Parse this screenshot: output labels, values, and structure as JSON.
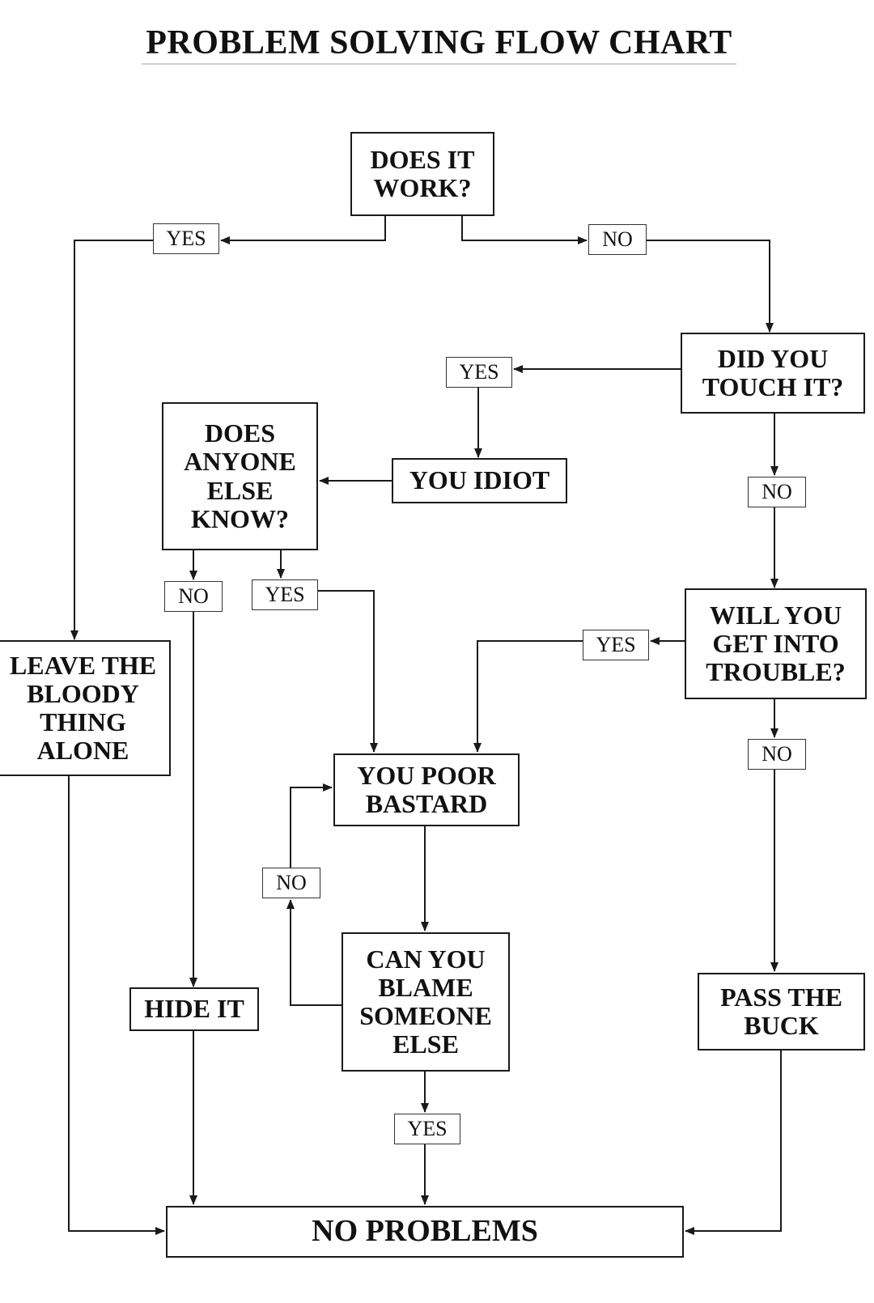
{
  "title": "PROBLEM SOLVING FLOW CHART",
  "nodes": {
    "does_it_work": "DOES IT\nWORK?",
    "did_you_touch": "DID YOU\nTOUCH IT?",
    "you_idiot": "YOU IDIOT",
    "anyone_know": "DOES\nANYONE\nELSE\nKNOW?",
    "leave_alone": "LEAVE THE\nBLOODY\nTHING\nALONE",
    "trouble": "WILL YOU\nGET INTO\nTROUBLE?",
    "poor_bastard": "YOU POOR\nBASTARD",
    "blame": "CAN YOU\nBLAME\nSOMEONE\nELSE",
    "hide_it": "HIDE IT",
    "pass_buck": "PASS THE\nBUCK",
    "no_problems": "NO PROBLEMS"
  },
  "labels": {
    "yes_work": "YES",
    "no_work": "NO",
    "yes_touch": "YES",
    "no_touch": "NO",
    "no_anyone": "NO",
    "yes_anyone": "YES",
    "yes_trouble": "YES",
    "no_trouble": "NO",
    "no_blame": "NO",
    "yes_blame": "YES"
  },
  "colors": {
    "line": "#1a1a1a",
    "background": "#ffffff"
  }
}
